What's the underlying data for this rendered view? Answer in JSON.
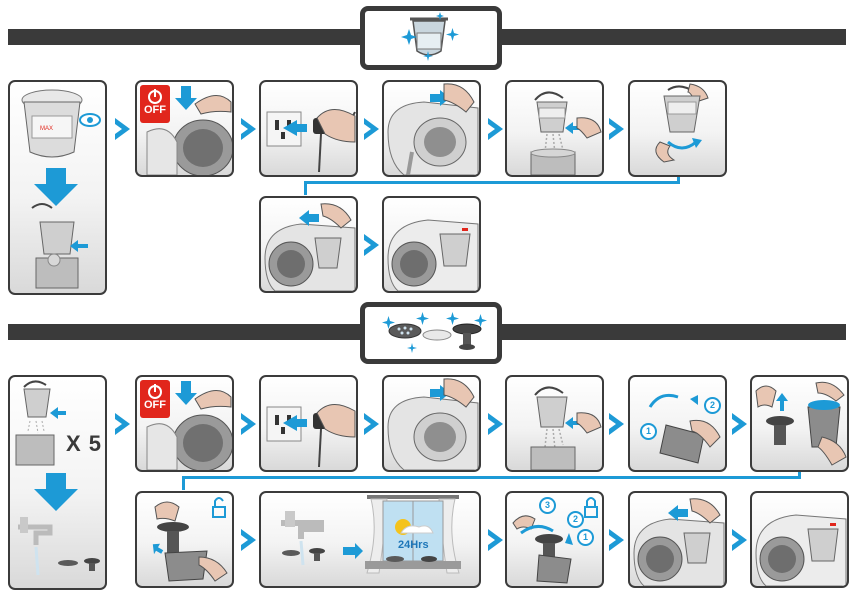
{
  "section1": {
    "header_icon": "dust-container-sparkle-icon",
    "panels": [
      {
        "name": "inspect-container",
        "icon": "eye-icon"
      },
      {
        "name": "switch-off"
      },
      {
        "name": "unplug"
      },
      {
        "name": "remove-container"
      },
      {
        "name": "empty-container"
      },
      {
        "name": "rinse-container"
      },
      {
        "name": "reinsert-container"
      },
      {
        "name": "done"
      }
    ]
  },
  "section2": {
    "header_icon": "filter-parts-sparkle-icon",
    "repeat_label": "X 5",
    "dry_time_label": "24Hrs",
    "step_numbers_a": [
      "1",
      "2"
    ],
    "step_numbers_b": [
      "3",
      "2",
      "1"
    ]
  },
  "off_label": "OFF",
  "colors": {
    "accent": "#1d9ad6",
    "dark": "#3a3a3a",
    "red": "#e1261c"
  }
}
